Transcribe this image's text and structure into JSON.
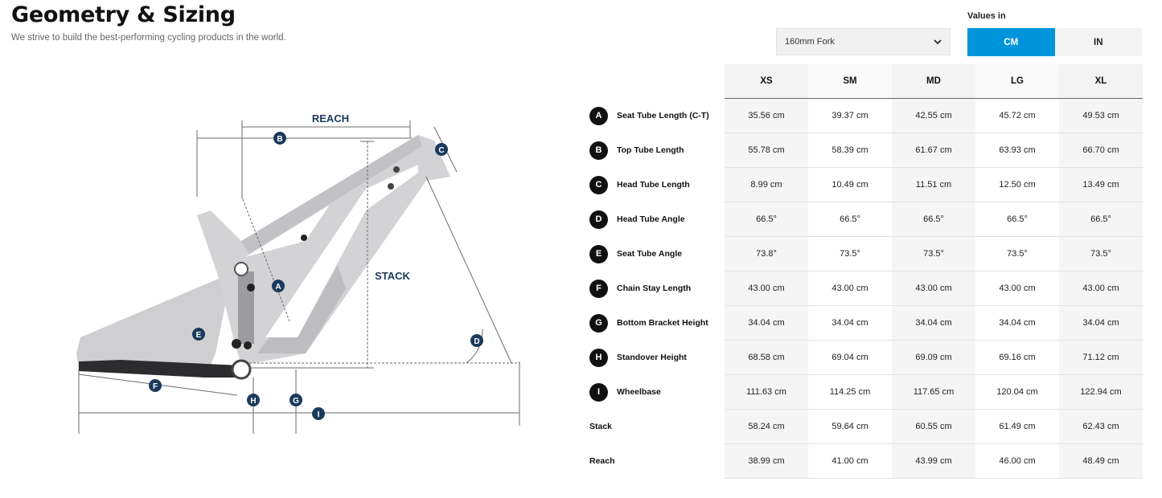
{
  "header": {
    "title": "Geometry & Sizing",
    "subtitle": "We strive to build the best-performing cycling products in the world."
  },
  "controls": {
    "fork_select": {
      "selected": "160mm Fork"
    },
    "values_label": "Values in",
    "units": [
      {
        "label": "CM",
        "active": true
      },
      {
        "label": "IN",
        "active": false
      }
    ],
    "accent_color": "#0095da"
  },
  "diagram": {
    "labels": {
      "reach": "REACH",
      "stack": "STACK"
    },
    "markers": [
      "A",
      "B",
      "C",
      "D",
      "E",
      "F",
      "G",
      "H",
      "I"
    ],
    "frame_color": "#c8c8cb",
    "marker_color": "#1b3a5c"
  },
  "table": {
    "sizes": [
      "XS",
      "SM",
      "MD",
      "LG",
      "XL"
    ],
    "rows": [
      {
        "badge": "A",
        "label": "Seat Tube Length (C-T)",
        "values": [
          "35.56 cm",
          "39.37 cm",
          "42.55 cm",
          "45.72 cm",
          "49.53 cm"
        ]
      },
      {
        "badge": "B",
        "label": "Top Tube Length",
        "values": [
          "55.78 cm",
          "58.39 cm",
          "61.67 cm",
          "63.93 cm",
          "66.70 cm"
        ]
      },
      {
        "badge": "C",
        "label": "Head Tube Length",
        "values": [
          "8.99 cm",
          "10.49 cm",
          "11.51 cm",
          "12.50 cm",
          "13.49 cm"
        ]
      },
      {
        "badge": "D",
        "label": "Head Tube Angle",
        "values": [
          "66.5°",
          "66.5°",
          "66.5°",
          "66.5°",
          "66.5°"
        ]
      },
      {
        "badge": "E",
        "label": "Seat Tube Angle",
        "values": [
          "73.8°",
          "73.5°",
          "73.5°",
          "73.5°",
          "73.5°"
        ]
      },
      {
        "badge": "F",
        "label": "Chain Stay Length",
        "values": [
          "43.00 cm",
          "43.00 cm",
          "43.00 cm",
          "43.00 cm",
          "43.00 cm"
        ]
      },
      {
        "badge": "G",
        "label": "Bottom Bracket Height",
        "values": [
          "34.04 cm",
          "34.04 cm",
          "34.04 cm",
          "34.04 cm",
          "34.04 cm"
        ]
      },
      {
        "badge": "H",
        "label": "Standover Height",
        "values": [
          "68.58 cm",
          "69.04 cm",
          "69.09 cm",
          "69.16 cm",
          "71.12 cm"
        ]
      },
      {
        "badge": "I",
        "label": "Wheelbase",
        "values": [
          "111.63 cm",
          "114.25 cm",
          "117.65 cm",
          "120.04 cm",
          "122.94 cm"
        ]
      },
      {
        "badge": "",
        "label": "Stack",
        "values": [
          "58.24 cm",
          "59.64 cm",
          "60.55 cm",
          "61.49 cm",
          "62.43 cm"
        ]
      },
      {
        "badge": "",
        "label": "Reach",
        "values": [
          "38.99 cm",
          "41.00 cm",
          "43.99 cm",
          "46.00 cm",
          "48.49 cm"
        ]
      }
    ]
  }
}
